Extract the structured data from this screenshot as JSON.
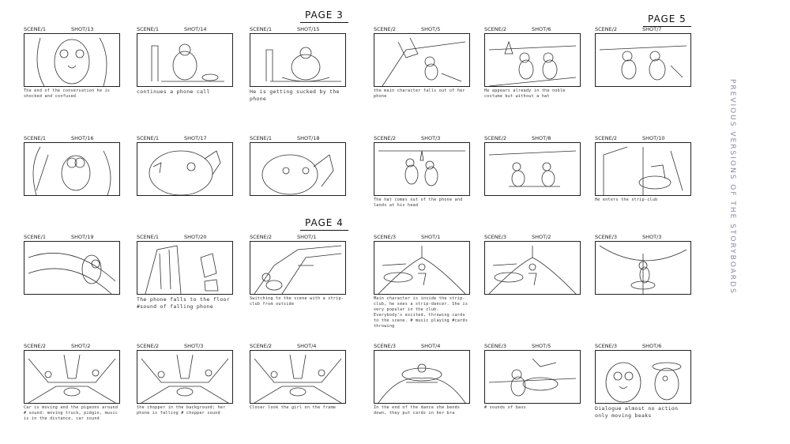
{
  "pages": {
    "page3": "PAGE 3",
    "page4": "PAGE 4",
    "page5": "PAGE 5"
  },
  "side_title": "PREVIOUS VERSIONS OF THE STORYBOARDS",
  "colors": {
    "ink": "#222222",
    "side_title": "#8b87a3",
    "background": "#ffffff"
  },
  "panels": [
    {
      "scene": "SCENE/1",
      "shot": "SHOT/13",
      "caption": "The end of the conversation he is shocked and confused"
    },
    {
      "scene": "SCENE/1",
      "shot": "SHOT/14",
      "caption": "continues a phone call"
    },
    {
      "scene": "SCENE/1",
      "shot": "SHOT/15",
      "caption": "He is getting sucked by the phone"
    },
    {
      "scene": "SCENE/2",
      "shot": "SHOT/5",
      "caption": "the main character falls out of her phone"
    },
    {
      "scene": "SCENE/2",
      "shot": "SHOT/6",
      "caption": "He appears already in the noble costume but without a hat"
    },
    {
      "scene": "SCENE/2",
      "shot": "SHOT/7",
      "caption": ""
    },
    {
      "scene": "SCENE/1",
      "shot": "SHOT/16",
      "caption": ""
    },
    {
      "scene": "SCENE/1",
      "shot": "SHOT/17",
      "caption": ""
    },
    {
      "scene": "SCENE/1",
      "shot": "SHOT/18",
      "caption": ""
    },
    {
      "scene": "SCENE/2",
      "shot": "SHOT/3",
      "caption": "The hat comes out of the phone and lands at his head"
    },
    {
      "scene": "SCENE/2",
      "shot": "SHOT/8",
      "caption": ""
    },
    {
      "scene": "SCENE/2",
      "shot": "SHOT/10",
      "caption": "He enters the strip-club"
    },
    {
      "scene": "SCENE/1",
      "shot": "SHOT/19",
      "caption": ""
    },
    {
      "scene": "SCENE/1",
      "shot": "SHOT/20",
      "caption": "The phone falls to the floor #sound of falling phone"
    },
    {
      "scene": "SCENE/2",
      "shot": "SHOT/1",
      "caption": "Switching to the scene with a strip-club from outside"
    },
    {
      "scene": "SCENE/3",
      "shot": "SHOT/1",
      "caption": "Main character is inside the strip-club, he sees a strip-dancer. She is very popular in the club. Everybody's excited, throwing cards to the scene. # music playing #cards throwing"
    },
    {
      "scene": "SCENE/3",
      "shot": "SHOT/2",
      "caption": ""
    },
    {
      "scene": "SCENE/3",
      "shot": "SHOT/3",
      "caption": ""
    },
    {
      "scene": "SCENE/2",
      "shot": "SHOT/2",
      "caption": "Car is moving and the pigeons around # sound: moving truck, pidgin, music is in the distance, car sound"
    },
    {
      "scene": "SCENE/2",
      "shot": "SHOT/3",
      "caption": "the chopper in the background; her phone is falling # chopper sound"
    },
    {
      "scene": "SCENE/2",
      "shot": "SHOT/4",
      "caption": "Closer look the girl on the frame"
    },
    {
      "scene": "SCENE/3",
      "shot": "SHOT/4",
      "caption": "In the end of the dance she bends down, they put cards in her bra"
    },
    {
      "scene": "SCENE/3",
      "shot": "SHOT/5",
      "caption": "# sounds of bass"
    },
    {
      "scene": "SCENE/3",
      "shot": "SHOT/6",
      "caption": "Dialogue almost no action only moving beaks"
    }
  ]
}
